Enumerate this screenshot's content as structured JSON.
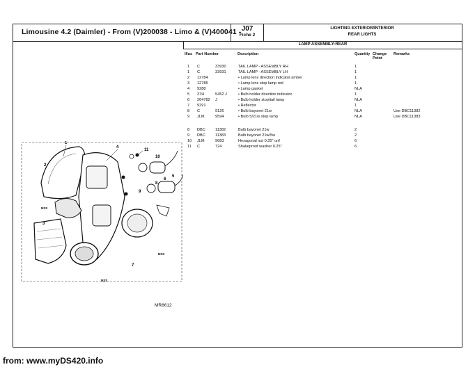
{
  "header": {
    "title": "Limousine 4.2 (Daimler) - From (V)200038 - Limo & (V)400041 -",
    "code": "J07",
    "fiche": "Fiche 2",
    "section": "LIGHTING   EXTERIOR/INTERIOR",
    "subsection": "REAR LIGHTS",
    "assembly": "LAMP ASSEMBLY-REAR"
  },
  "columns": {
    "illus": "Illus",
    "part_number": "Part Number",
    "description": "Description",
    "quantity": "Quantity",
    "change_point": "Change Point",
    "remarks": "Remarks"
  },
  "parts": [
    {
      "illus": "1",
      "pref": "C",
      "num": "33930",
      "desc": "TAIL LAMP - ASSEMBLY RH",
      "qty": "1",
      "remarks": ""
    },
    {
      "illus": "1",
      "pref": "C",
      "num": "33931",
      "desc": "TAIL LAMP - ASSEMBLY LH",
      "qty": "1",
      "remarks": ""
    },
    {
      "illus": "2",
      "pref": "12784",
      "num": "",
      "desc": "• Lamp lens direction indicator amber",
      "qty": "1",
      "remarks": ""
    },
    {
      "illus": "3",
      "pref": "12785",
      "num": "",
      "desc": "• Lamp lens stop lamp red",
      "qty": "1",
      "remarks": ""
    },
    {
      "illus": "4",
      "pref": "9288",
      "num": "",
      "desc": "• Lamp gasket",
      "qty": "NLA",
      "remarks": ""
    },
    {
      "illus": "5",
      "pref": "37H",
      "num": "5452 J",
      "desc": "• Bulb holder direction indicator",
      "qty": "1",
      "remarks": ""
    },
    {
      "illus": "6",
      "pref": "264782",
      "num": "J",
      "desc": "• Bulb holder stop/tail lamp",
      "qty": "NLA",
      "remarks": ""
    },
    {
      "illus": "7",
      "pref": "9291",
      "num": "",
      "desc": "• Reflector",
      "qty": "1",
      "remarks": ""
    },
    {
      "illus": "8",
      "pref": "C",
      "num": "9126",
      "desc": "• Bulb bayonet 21w",
      "qty": "NLA",
      "remarks": "Use DBC11382"
    },
    {
      "illus": "9",
      "pref": "JLM",
      "num": "9594",
      "desc": "• Bulb 5/21w stop lamp",
      "qty": "NLA",
      "remarks": "Use DBC11383"
    },
    {
      "illus": "8",
      "pref": "DBC",
      "num": "11382",
      "desc": "Bulb bayonet 21w",
      "qty": "2",
      "remarks": ""
    },
    {
      "illus": "9",
      "pref": "DBC",
      "num": "11383",
      "desc": "Bulb bayonet 21w/5w",
      "qty": "2",
      "remarks": ""
    },
    {
      "illus": "10",
      "pref": "JLM",
      "num": "9683",
      "desc": "Hexagonal nut 0.25\" unf",
      "qty": "6",
      "remarks": ""
    },
    {
      "illus": "11",
      "pref": "C",
      "num": "724",
      "desc": "Shakeproof washer 0.25\"",
      "qty": "6",
      "remarks": ""
    }
  ],
  "diagram": {
    "ref": "MR8612",
    "callouts": [
      "1",
      "2",
      "3",
      "4",
      "5",
      "6",
      "7",
      "8",
      "9",
      "10",
      "11",
      "NSS",
      "NSS",
      "NSS"
    ]
  },
  "footer": "from: www.myDS420.info"
}
